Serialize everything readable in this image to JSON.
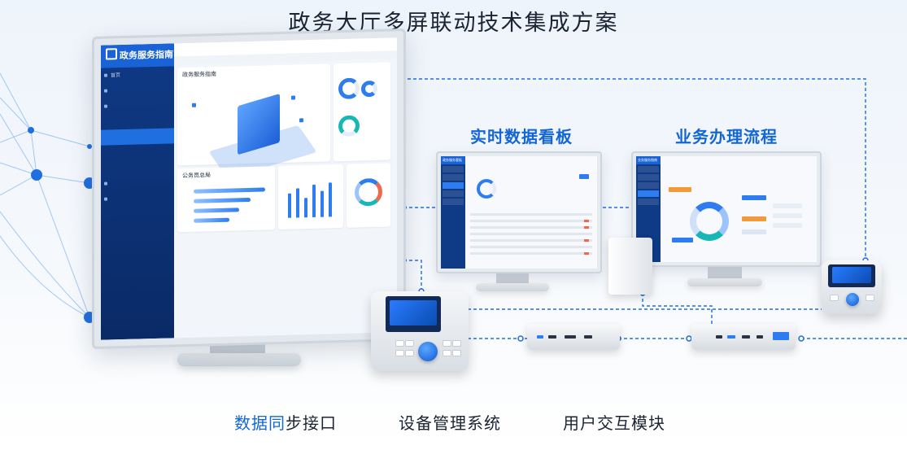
{
  "title": "政务大厅多屏联动技术集成方案",
  "labels": {
    "realtime_board": "实时数据看板",
    "business_flow": "业务办理流程"
  },
  "bottom_labels": {
    "data_interface_hl": "数据同",
    "data_interface_rest": "步接口",
    "device_mgmt": "设备管理系统",
    "user_interaction": "用户交互模块"
  },
  "main_screen": {
    "logo": "政务服务指南",
    "header_title": "政务服务指南",
    "menu": [
      "首页",
      "",
      "",
      "",
      "",
      "",
      "",
      ""
    ],
    "panel_bottom_title": "公务员总局"
  },
  "board_screen": {
    "logo": "政务服务看板"
  },
  "flow_screen": {
    "logo": "业务服务指南"
  },
  "colors": {
    "accent": "#1266d6",
    "sidebar": "#0f3a86",
    "link": "#1f6fe0"
  }
}
